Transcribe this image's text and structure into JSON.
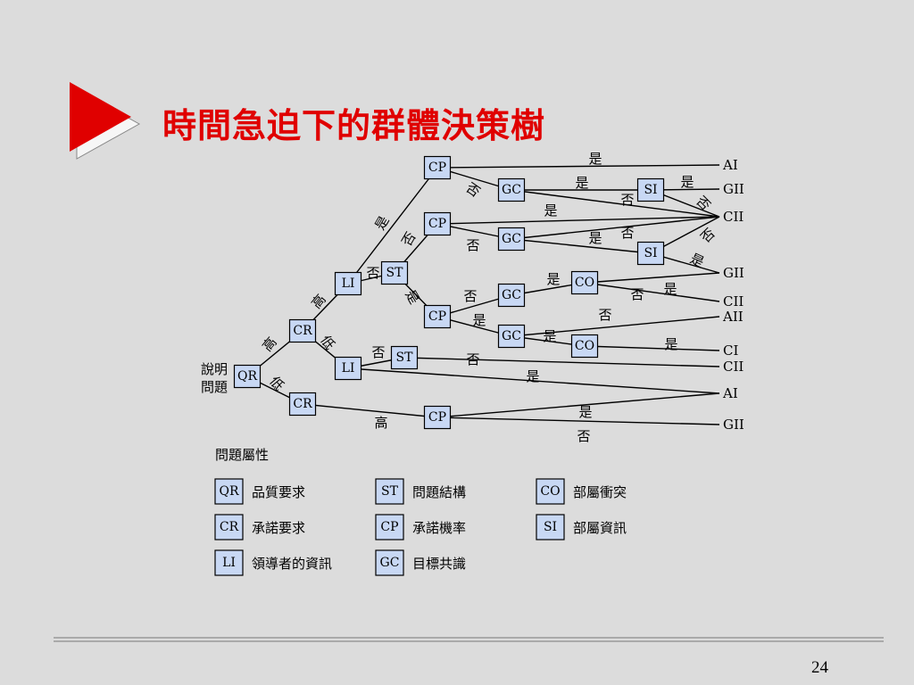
{
  "slide": {
    "title": "時間急迫下的群體決策樹",
    "page_number": "24",
    "accent_color": "#e00000",
    "box_fill": "#c8d8f4"
  },
  "diagram": {
    "root_label": [
      "說明",
      "問題"
    ],
    "node_names": {
      "qr": "QR",
      "cr1": "CR",
      "cr2": "CR",
      "li1": "LI",
      "li2": "LI",
      "st1": "ST",
      "st2": "ST",
      "cp1": "CP",
      "cp2": "CP",
      "cp3": "CP",
      "cp4": "CP",
      "gc1": "GC",
      "gc2": "GC",
      "gc3": "GC",
      "gc4": "GC",
      "si1": "SI",
      "si2": "SI",
      "co1": "CO",
      "co2": "CO"
    },
    "outcomes": {
      "o1": "AI",
      "o2": "GII",
      "o3": "CII",
      "o4": "GII",
      "o5": "CII",
      "o6": "AII",
      "o7": "CI",
      "o8": "CII",
      "o9": "AI",
      "o10": "GII"
    },
    "edge_labels": {
      "qr_cr1": "高",
      "qr_cr2": "低",
      "cr1_li1": "高",
      "cr1_li2": "低",
      "li1_st1": "否",
      "li1_cp1": "是",
      "st1_cp2": "否",
      "st1_cp3": "是",
      "li2_st2": "否",
      "li2_ai": "是",
      "st2_cii": "否",
      "cp1_ai": "是",
      "cp1_gc1": "否",
      "gc1_si1": "是",
      "gc1_cii": "否",
      "si1_gii": "是",
      "si1_cii": "否",
      "cp2_cii": "是",
      "cp2_gc2": "否",
      "gc2_si2": "是",
      "gc2_cii": "否",
      "si2_gii": "是",
      "si2_cii": "否",
      "cp3_gc3": "否",
      "cp3_gc4": "是",
      "gc3_co1": "是",
      "co1_gii": "是",
      "co1_cii": "否",
      "gc4_co2": "是",
      "co2_ci": "是",
      "gc4_aii": "否",
      "cr2_cp4": "高",
      "cp4_ai": "是",
      "cp4_gii": "否"
    }
  },
  "legend": {
    "heading": "問題屬性",
    "items": [
      {
        "code": "QR",
        "desc": "品質要求"
      },
      {
        "code": "CR",
        "desc": "承諾要求"
      },
      {
        "code": "LI",
        "desc": "領導者的資訊"
      },
      {
        "code": "ST",
        "desc": "問題結構"
      },
      {
        "code": "CP",
        "desc": "承諾機率"
      },
      {
        "code": "GC",
        "desc": "目標共識"
      },
      {
        "code": "CO",
        "desc": "部屬衝突"
      },
      {
        "code": "SI",
        "desc": "部屬資訊"
      }
    ]
  }
}
